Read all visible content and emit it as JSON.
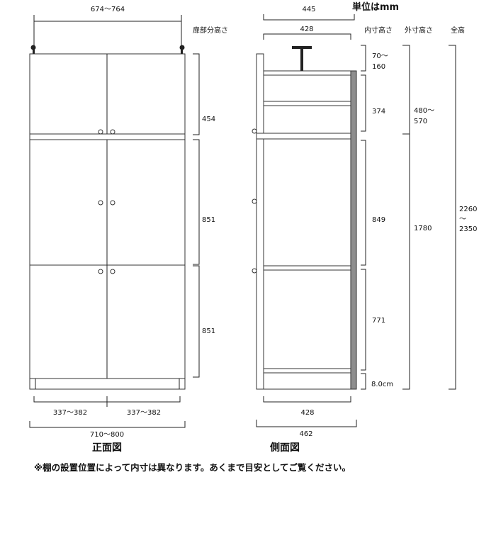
{
  "unit": "単位はmm",
  "front": {
    "title": "正面図",
    "top_width": "674〜764",
    "door_height_header": "扉部分高さ",
    "door_heights": [
      "454",
      "851",
      "851"
    ],
    "door_widths": [
      "337〜382",
      "337〜382"
    ],
    "total_width": "710〜800"
  },
  "side": {
    "title": "側面図",
    "top_depth": "445",
    "inner_depth_top": "428",
    "inner_depth_bottom": "428",
    "total_depth": "462",
    "headers": {
      "inner": "内寸高さ",
      "outer": "外寸高さ",
      "total": "全高"
    },
    "inner_heights": {
      "gap_a": "70〜",
      "gap_b": "160",
      "h1": "374",
      "h2": "849",
      "h3": "771",
      "base": "8.0cm"
    },
    "outer_heights": {
      "upper_a": "480〜",
      "upper_b": "570",
      "lower": "1780"
    },
    "total_height": {
      "a": "2260",
      "b": "〜",
      "c": "2350"
    }
  },
  "note": "※棚の設置位置によって内寸は異なります。あくまで目安としてご覧ください。"
}
